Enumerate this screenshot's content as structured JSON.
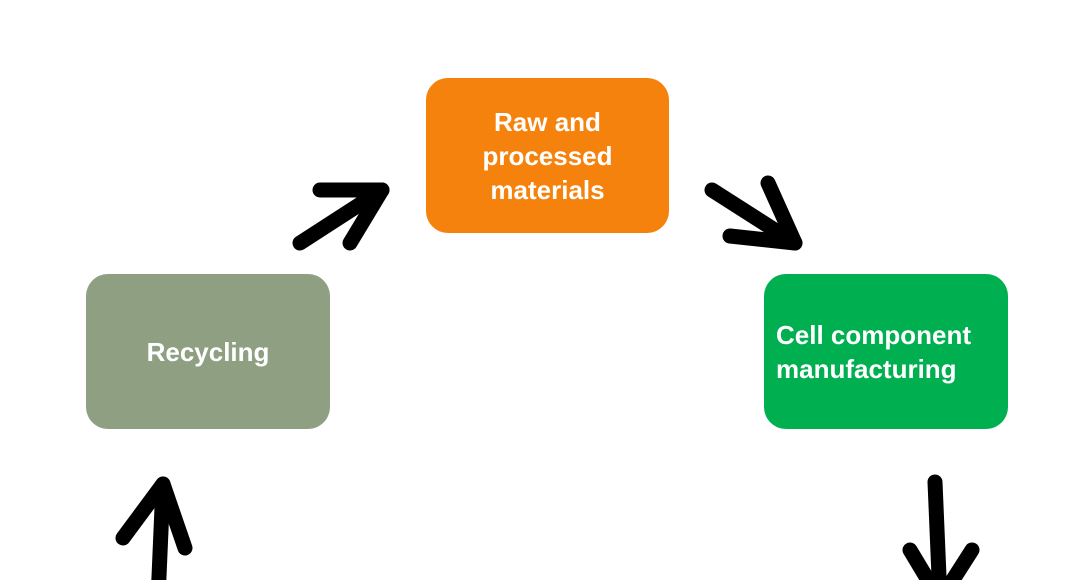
{
  "diagram": {
    "nodes": [
      {
        "id": "raw",
        "label": "Raw and processed materials",
        "color": "#f5820d"
      },
      {
        "id": "cell",
        "label": "Cell component manufacturing",
        "color": "#00b050"
      },
      {
        "id": "recycling",
        "label": "Recycling",
        "color": "#8fa082"
      }
    ],
    "edges": [
      {
        "from": "recycling",
        "to": "raw"
      },
      {
        "from": "raw",
        "to": "cell"
      },
      {
        "from": "cell",
        "to": "(next step)"
      },
      {
        "from": "(previous step)",
        "to": "recycling"
      }
    ],
    "arrow_color": "#000000"
  }
}
